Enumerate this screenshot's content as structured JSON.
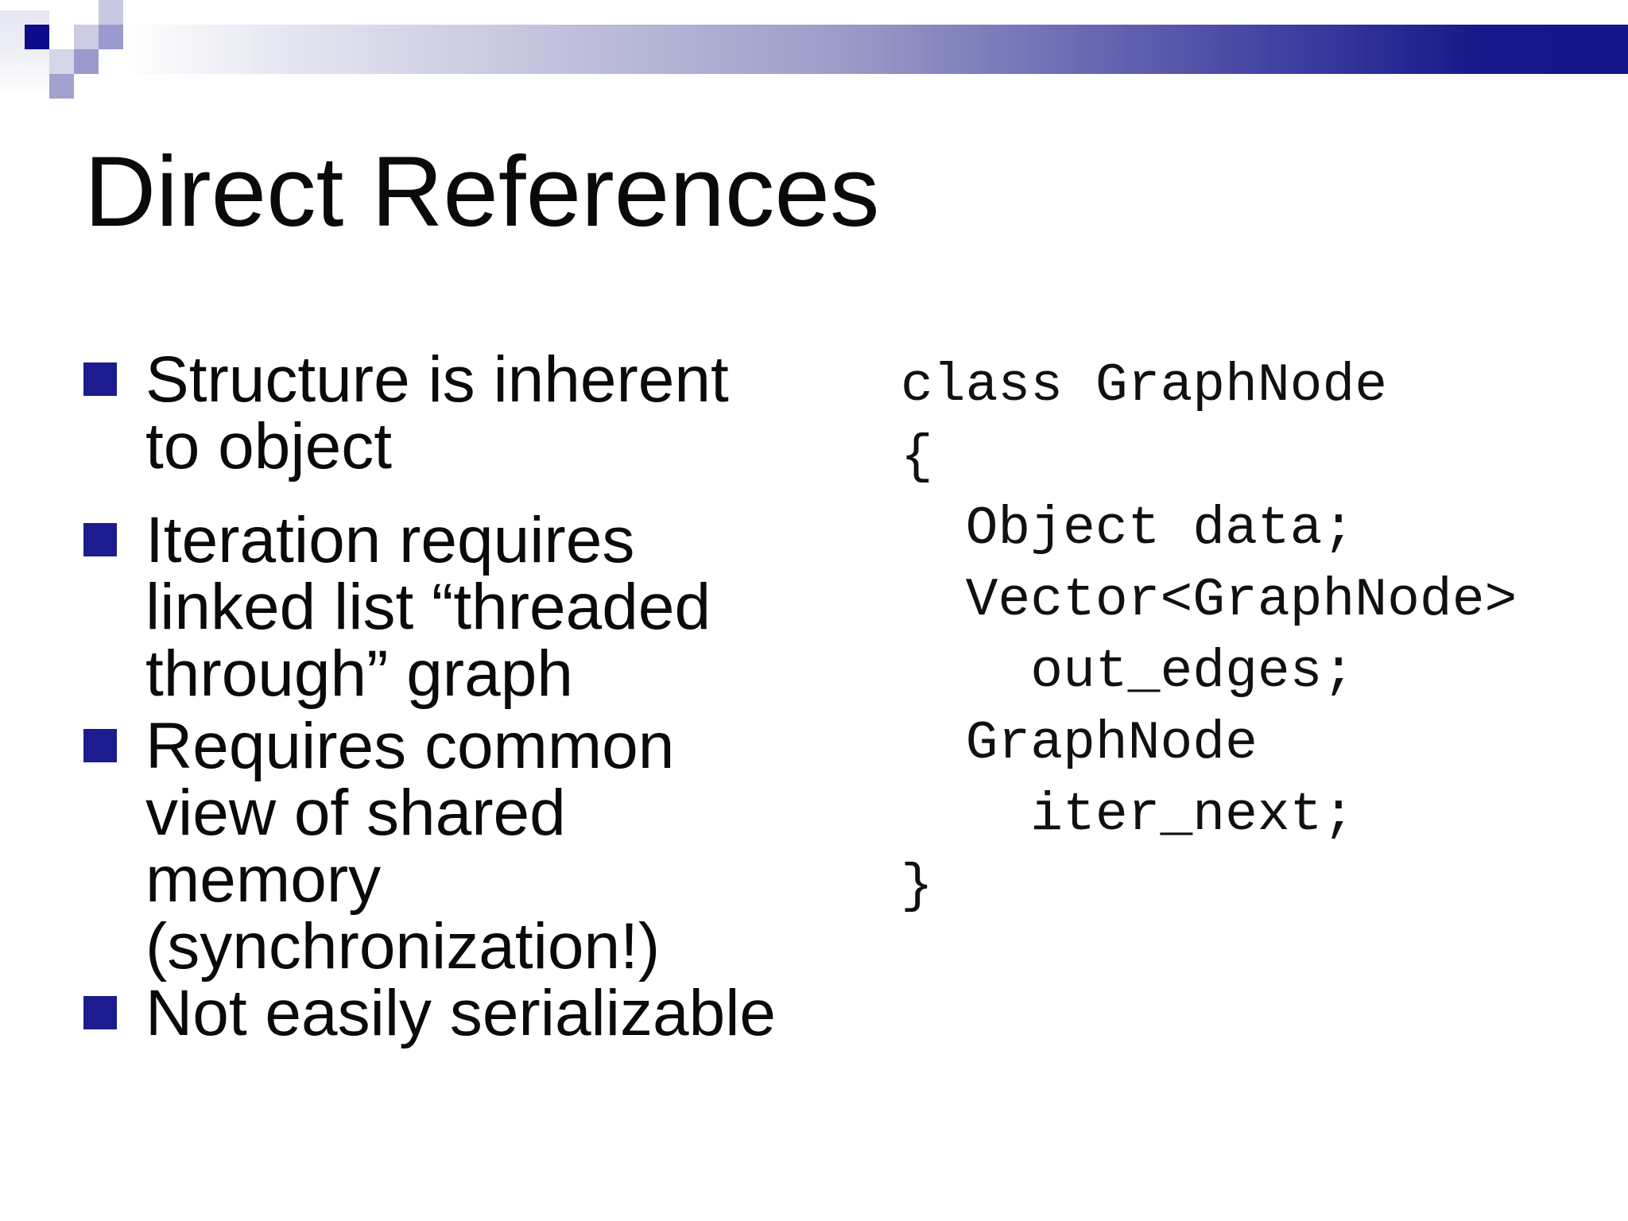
{
  "slide": {
    "title": "Direct References",
    "bullets": [
      {
        "text": "Structure is inherent\nto object"
      },
      {
        "text": "Iteration requires\nlinked list “threaded\nthrough” graph"
      },
      {
        "text": "Requires common\nview of shared\nmemory\n(synchronization!)"
      },
      {
        "text": "Not easily serializable"
      }
    ],
    "code": {
      "text": "class GraphNode\n{\n  Object data;\n  Vector<GraphNode>\n    out_edges;\n  GraphNode\n    iter_next;\n}"
    }
  },
  "colors": {
    "header_bar_dark": "#15158a",
    "header_square_navy": "#0b0b8a",
    "lavender_light": "#c8c8e2",
    "lavender_medium": "#9a9ace",
    "bullet_square": "#1c1c8f",
    "text": "#0a0a0a",
    "background": "#ffffff"
  }
}
